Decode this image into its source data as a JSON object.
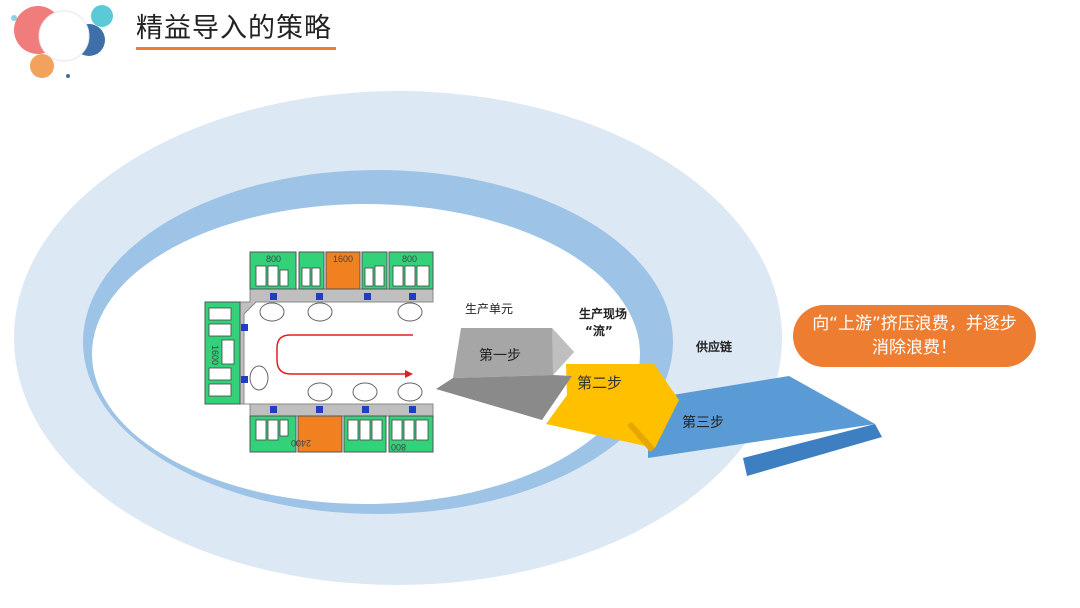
{
  "slide": {
    "title": "精益导入的策略"
  },
  "diagram": {
    "labels": {
      "cell": "生产单元",
      "site_line1": "生产现场",
      "site_line2": "“流”",
      "supply": "供应链"
    },
    "steps": [
      {
        "label": "第一步"
      },
      {
        "label": "第二步"
      },
      {
        "label": "第三步"
      }
    ],
    "layout_numbers": [
      "800",
      "1600",
      "800",
      "2400",
      "800",
      "1600"
    ],
    "callout": "向“上游”挤压浪费，并逐步消除浪费！",
    "colors": {
      "outer_ring": "#DDE8F5",
      "middle_ring": "#9DC3E6",
      "step1": "#A6A6A6",
      "step2": "#FFC000",
      "step3": "#5B9BD5",
      "accent": "#ED7D31",
      "station_green": "#33D17A",
      "station_orange": "#F08020"
    }
  }
}
